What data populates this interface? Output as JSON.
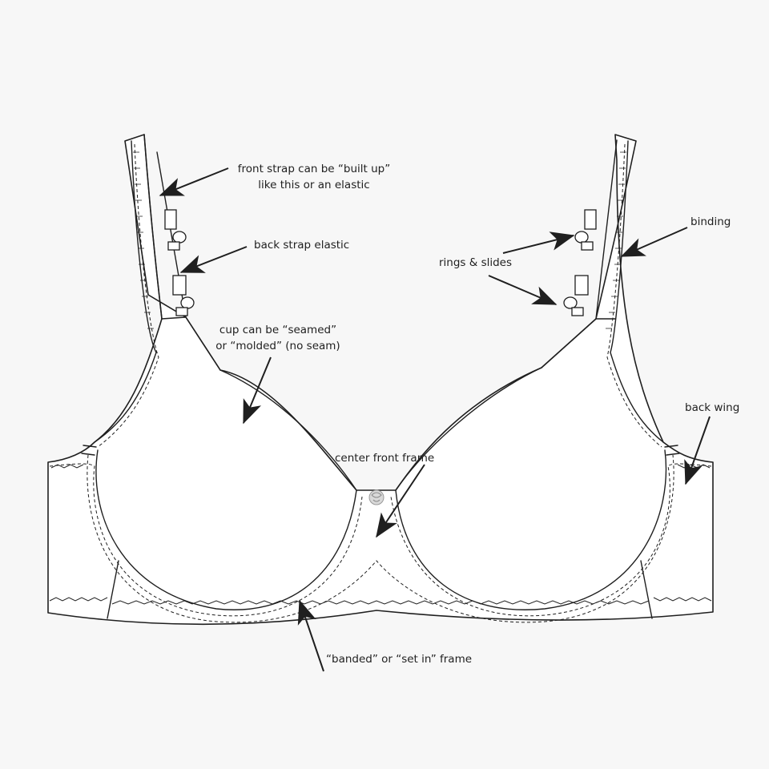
{
  "labels": {
    "front_strap": {
      "line1": "front strap can be  “built up”",
      "line2": "like this or an elastic"
    },
    "back_strap_elastic": "back strap elastic",
    "cup": {
      "line1": "cup can be “seamed”",
      "line2": "or “molded” (no seam)"
    },
    "center_front_frame": "center front frame",
    "banded_frame": "“banded” or “set in” frame",
    "rings_slides": "rings & slides",
    "binding": "binding",
    "back_wing": "back wing"
  },
  "colors": {
    "background": "#f7f7f7",
    "line": "#1f1f1f",
    "garment": "#ffffff",
    "ornament": "#bdbdbd"
  },
  "icons": {
    "ornament": "rose-bow-icon",
    "arrow": "arrow-pointer-icon"
  }
}
